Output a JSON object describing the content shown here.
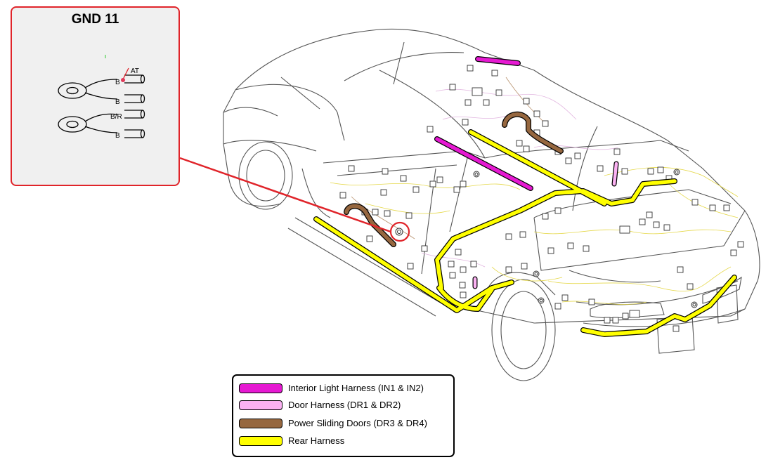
{
  "inset": {
    "title": "GND 11",
    "labels": {
      "at": "AT",
      "wire1": "B",
      "wire2": "B",
      "wire3": "B/R",
      "wire4": "B"
    }
  },
  "legend": {
    "items": [
      {
        "label": "Interior Light Harness (IN1 & IN2)",
        "color": "#e619d2"
      },
      {
        "label": "Door Harness (DR1 & DR2)",
        "color": "#fbb1f2"
      },
      {
        "label": "Power Sliding Doors (DR3 & DR4)",
        "color": "#96673f"
      },
      {
        "label": "Rear Harness",
        "color": "#ffff00"
      }
    ]
  },
  "colors": {
    "callout": "#e0242a",
    "outline": "#555555"
  }
}
